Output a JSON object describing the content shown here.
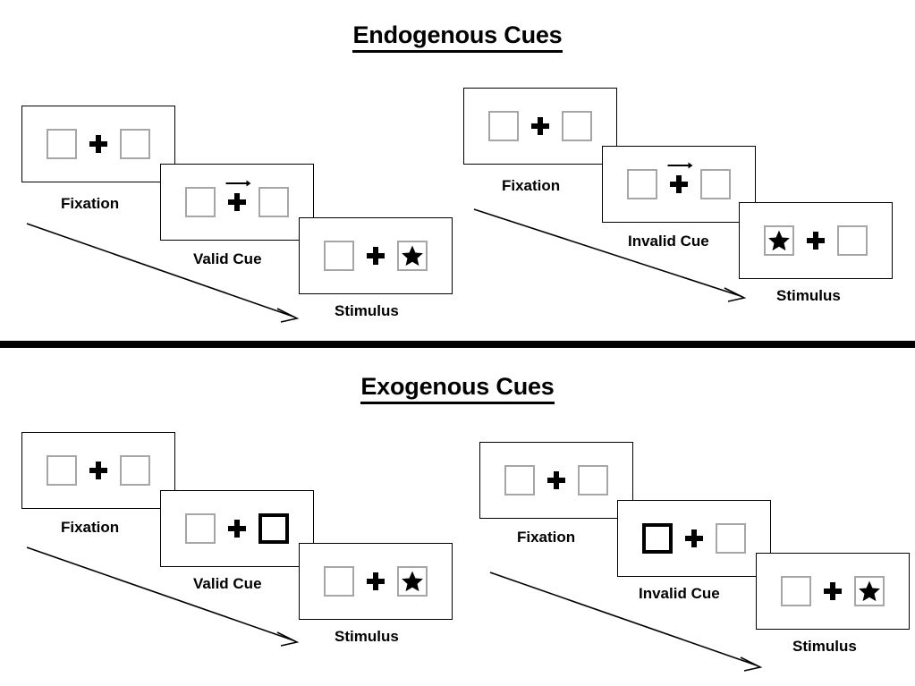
{
  "sections": [
    {
      "id": "endogenous",
      "title": "Endogenous Cues",
      "sequences": [
        {
          "id": "endogenous-valid",
          "cue_type": "arrow",
          "panels": [
            {
              "caption": "Fixation",
              "left_box": "empty",
              "right_box": "empty",
              "arrow_cue": false
            },
            {
              "caption": "Valid Cue",
              "left_box": "empty",
              "right_box": "empty",
              "arrow_cue": true,
              "arrow_direction": "right"
            },
            {
              "caption": "Stimulus",
              "left_box": "empty",
              "right_box": "star",
              "arrow_cue": false
            }
          ]
        },
        {
          "id": "endogenous-invalid",
          "cue_type": "arrow",
          "panels": [
            {
              "caption": "Fixation",
              "left_box": "empty",
              "right_box": "empty",
              "arrow_cue": false
            },
            {
              "caption": "Invalid Cue",
              "left_box": "empty",
              "right_box": "empty",
              "arrow_cue": true,
              "arrow_direction": "right"
            },
            {
              "caption": "Stimulus",
              "left_box": "star",
              "right_box": "empty",
              "arrow_cue": false
            }
          ]
        }
      ]
    },
    {
      "id": "exogenous",
      "title": "Exogenous Cues",
      "sequences": [
        {
          "id": "exogenous-valid",
          "cue_type": "box-highlight",
          "panels": [
            {
              "caption": "Fixation",
              "left_box": "empty",
              "right_box": "empty",
              "arrow_cue": false
            },
            {
              "caption": "Valid Cue",
              "left_box": "empty",
              "right_box": "cued",
              "arrow_cue": false
            },
            {
              "caption": "Stimulus",
              "left_box": "empty",
              "right_box": "star",
              "arrow_cue": false
            }
          ]
        },
        {
          "id": "exogenous-invalid",
          "cue_type": "box-highlight",
          "panels": [
            {
              "caption": "Fixation",
              "left_box": "empty",
              "right_box": "empty",
              "arrow_cue": false
            },
            {
              "caption": "Invalid Cue",
              "left_box": "cued",
              "right_box": "empty",
              "arrow_cue": false
            },
            {
              "caption": "Stimulus",
              "left_box": "empty",
              "right_box": "star",
              "arrow_cue": false
            }
          ]
        }
      ]
    }
  ],
  "colors": {
    "frame_border": "#000000",
    "box_border": "#a6a6a6",
    "cued_box_border": "#000000",
    "fixation_cross": "#000000",
    "star": "#000000",
    "divider": "#000000",
    "background": "#ffffff"
  },
  "icons": {
    "fixation_cross": "plus-icon",
    "cue_arrow": "arrow-right-icon",
    "stimulus": "star-icon",
    "sequence_arrow": "arrow-diagonal-down-right-icon"
  }
}
